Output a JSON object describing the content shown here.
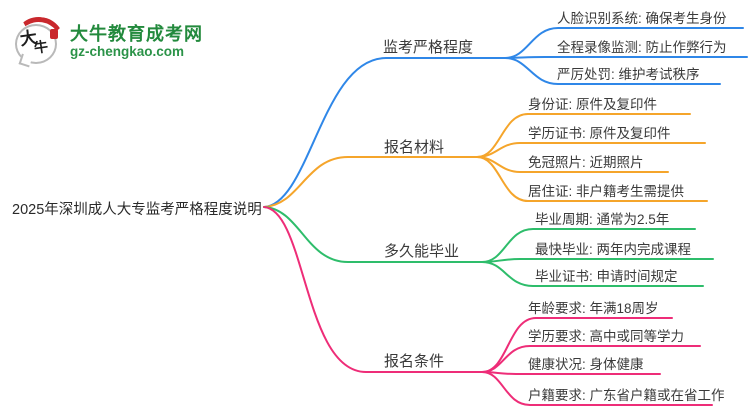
{
  "logo": {
    "icon_text_top": "大",
    "icon_text_bottom": "牛",
    "site_name": "大牛教育成考网",
    "site_url": "gz-chengkao.com"
  },
  "central_topic": "2025年深圳成人大专监考严格程度说明",
  "colors": {
    "branch_blue": "#2f87e8",
    "branch_orange": "#f5a52b",
    "branch_green": "#2ebd6b",
    "branch_pink": "#ee2d78",
    "brand_green": "#238a3d",
    "logo_red": "#c9282d",
    "text_dark": "#3a3a3a"
  },
  "branches": [
    {
      "label": "监考严格程度",
      "color": "#2f87e8",
      "items": [
        "人脸识别系统: 确保考生身份",
        "全程录像监测: 防止作弊行为",
        "严厉处罚: 维护考试秩序"
      ]
    },
    {
      "label": "报名材料",
      "color": "#f5a52b",
      "items": [
        "身份证: 原件及复印件",
        "学历证书: 原件及复印件",
        "免冠照片: 近期照片",
        "居住证: 非户籍考生需提供"
      ]
    },
    {
      "label": "多久能毕业",
      "color": "#2ebd6b",
      "items": [
        "毕业周期: 通常为2.5年",
        "最快毕业: 两年内完成课程",
        "毕业证书: 申请时间规定"
      ]
    },
    {
      "label": "报名条件",
      "color": "#ee2d78",
      "items": [
        "年龄要求: 年满18周岁",
        "学历要求: 高中或同等学力",
        "健康状况: 身体健康",
        "户籍要求: 广东省户籍或在省工作"
      ]
    }
  ]
}
